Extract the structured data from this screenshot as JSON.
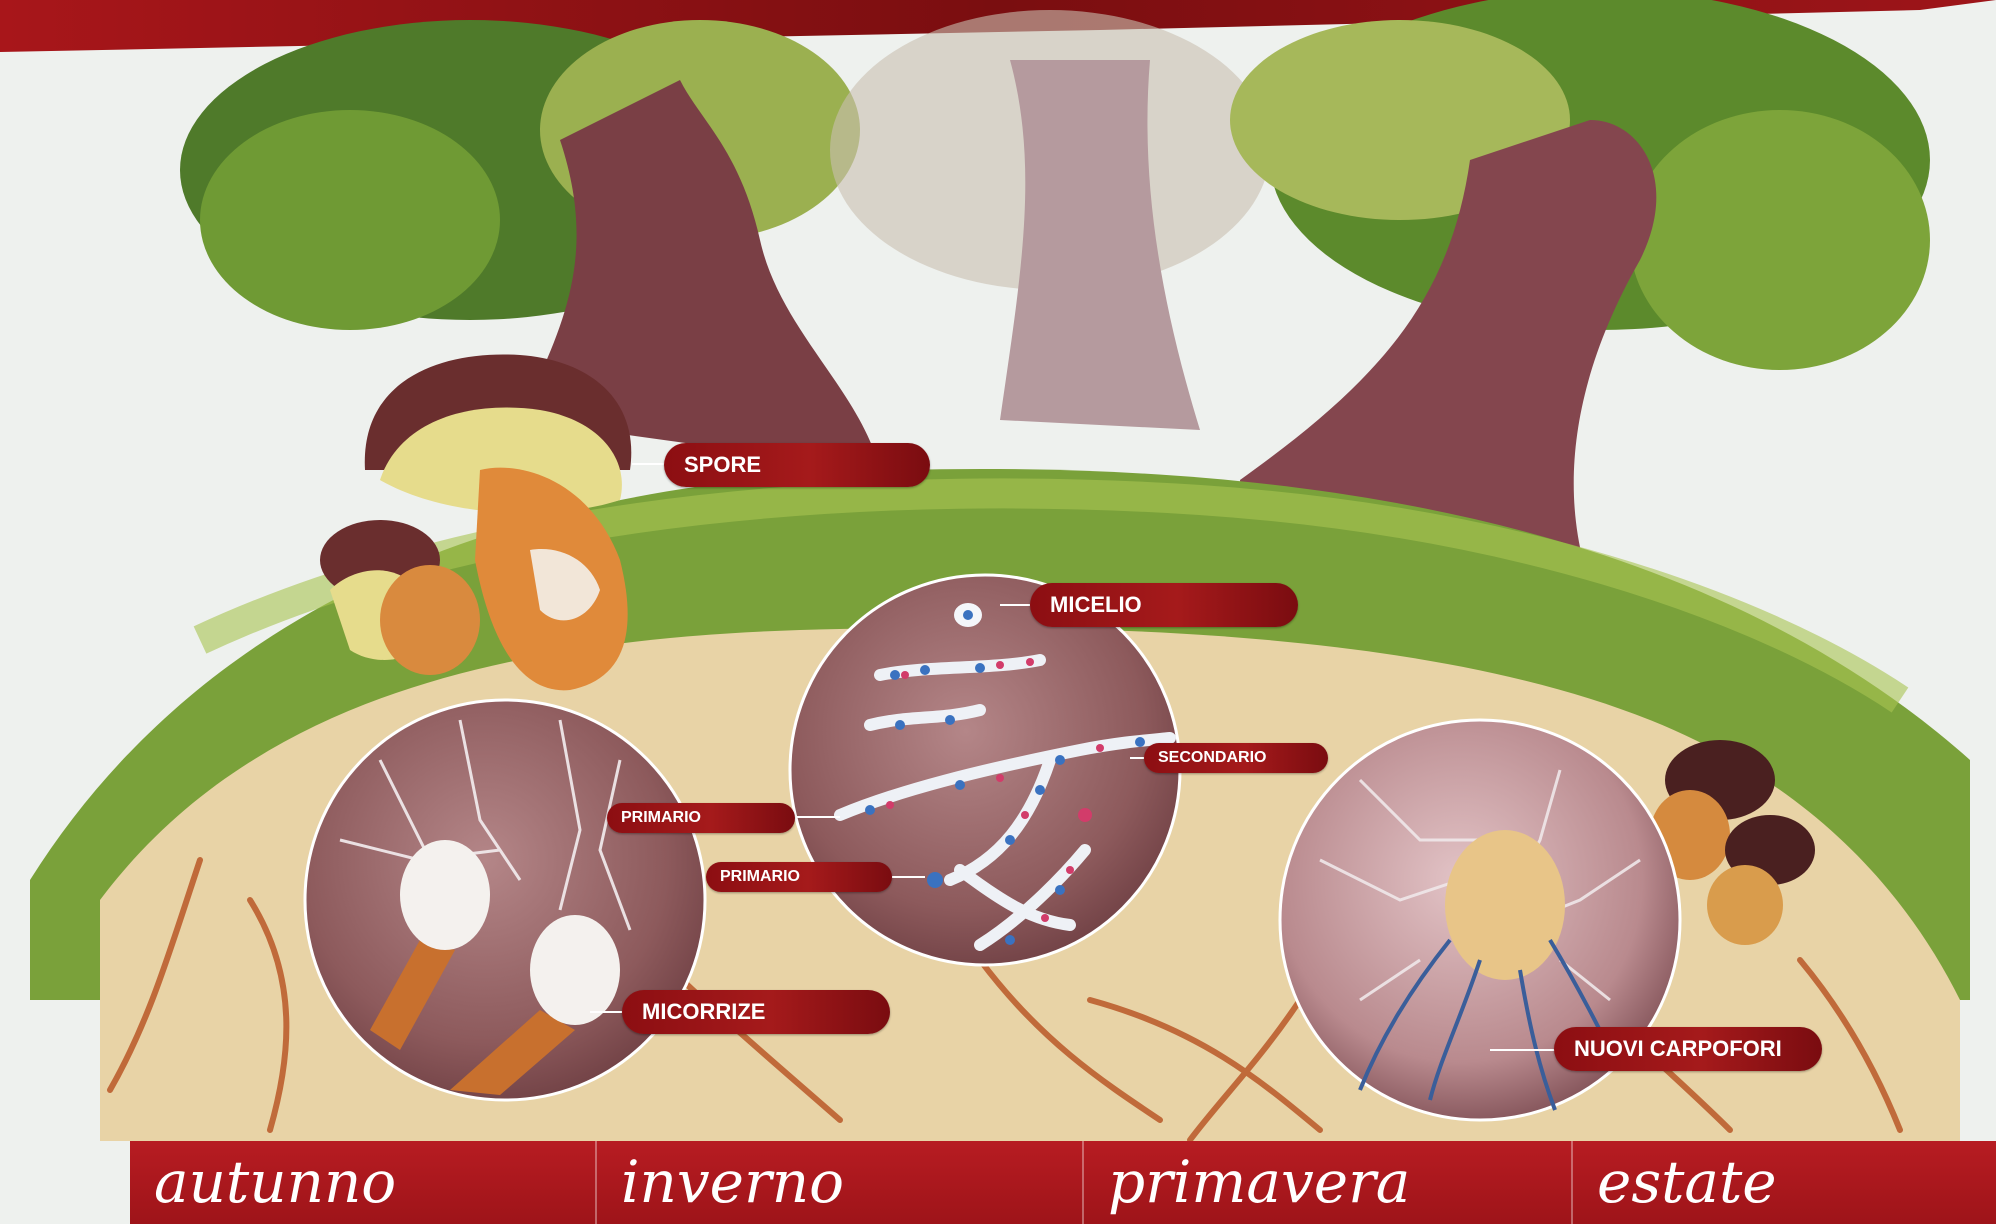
{
  "labels": {
    "spore": "SPORE",
    "micelio": "MICELIO",
    "secondario": "SECONDARIO",
    "primario_top": "PRIMARIO",
    "primario_bottom": "PRIMARIO",
    "micorrize": "MICORRIZE",
    "nuovi_carpofori": "NUOVI CARPOFORI"
  },
  "seasons": [
    "autunno",
    "inverno",
    "primavera",
    "estate"
  ],
  "colors": {
    "label_red": "#9b1418",
    "banner_red": "#b71c22",
    "sky": "#eef1ee",
    "soil": "#e8d3a6",
    "circle_brown": "#8f5c5e"
  }
}
